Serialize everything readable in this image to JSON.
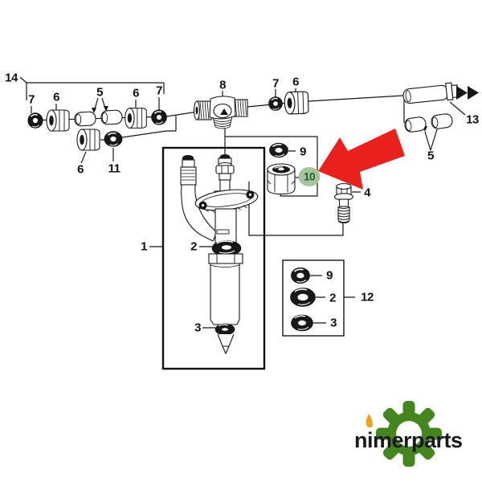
{
  "page": {
    "background": "#ffffff"
  },
  "labels": {
    "assembly_14": "14",
    "washer_7_left": "7",
    "nut_6_left": "6",
    "tubes_5_left": "5",
    "nut_6_mid": "6",
    "washer_7_mid": "7",
    "nut_6_lower": "6",
    "washer_11": "11",
    "tee_8": "8",
    "washer_7_right": "7",
    "nut_6_right": "6",
    "hose_13": "13",
    "tubes_5_right": "5",
    "washer_9": "9",
    "nut_10": "10",
    "bolt_4": "4",
    "injector_1": "1",
    "washer_2": "2",
    "seal_3": "3",
    "kit_washer_9": "9",
    "kit_washer_2": "2",
    "kit_seal_3": "3",
    "kit_12": "12"
  },
  "highlight": {
    "part_label": "10",
    "circle_color": "#a7c49c",
    "label_color": "#20602a",
    "arrow_color": "#e9211e"
  },
  "logo": {
    "brand": "nimerparts",
    "text_color": "#191919",
    "gear_color": "#44851f",
    "flame_color": "#f0a11c"
  }
}
